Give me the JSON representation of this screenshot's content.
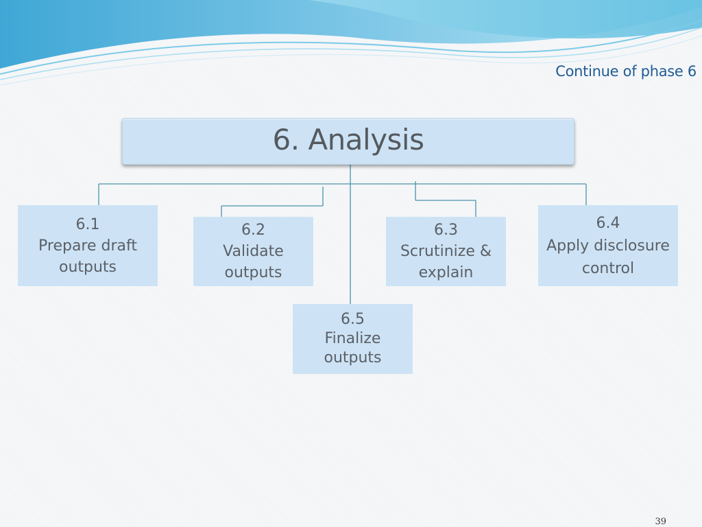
{
  "slide": {
    "subtitle": "Continue of phase 6",
    "title": "6. Analysis",
    "page_number": "39",
    "accent_color": "#1f5c94",
    "box_color": "#cde3f5"
  },
  "nodes": [
    {
      "id": "6.1",
      "lines": [
        "6.1",
        "Prepare draft",
        "outputs"
      ]
    },
    {
      "id": "6.2",
      "lines": [
        "6.2",
        "Validate",
        "outputs"
      ]
    },
    {
      "id": "6.3",
      "lines": [
        "6.3",
        "Scrutinize &",
        "explain"
      ]
    },
    {
      "id": "6.4",
      "lines": [
        "6.4",
        "Apply disclosure",
        "control"
      ]
    },
    {
      "id": "6.5",
      "lines": [
        "6.5",
        "Finalize",
        "outputs"
      ]
    }
  ]
}
